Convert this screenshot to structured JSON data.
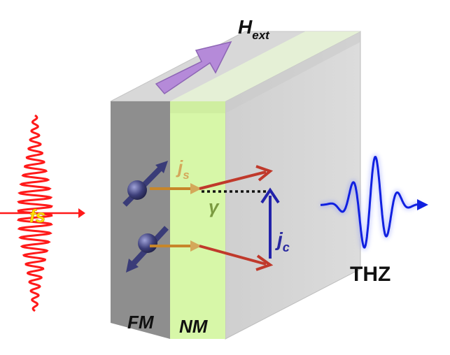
{
  "labels": {
    "field_main": "H",
    "field_sub": "ext",
    "spin_current_main": "j",
    "spin_current_sub": "s",
    "charge_current_main": "j",
    "charge_current_sub": "c",
    "angle": "γ",
    "laser": "fs",
    "ferromagnet": "FM",
    "normal_metal": "NM",
    "emission": "THZ"
  },
  "colors": {
    "laser": "#ff1a1a",
    "laser_label": "#ffe000",
    "terahertz": "#1020e0",
    "nm_layer": "#d7f7a8",
    "fm_layer": "#8e8e8e",
    "field_arrow": "#b58ad9",
    "spin_arrow": "#c0392b",
    "charge_arrow": "#2222aa",
    "spin_label": "#d4a85a",
    "angle_label": "#7a9a40"
  }
}
